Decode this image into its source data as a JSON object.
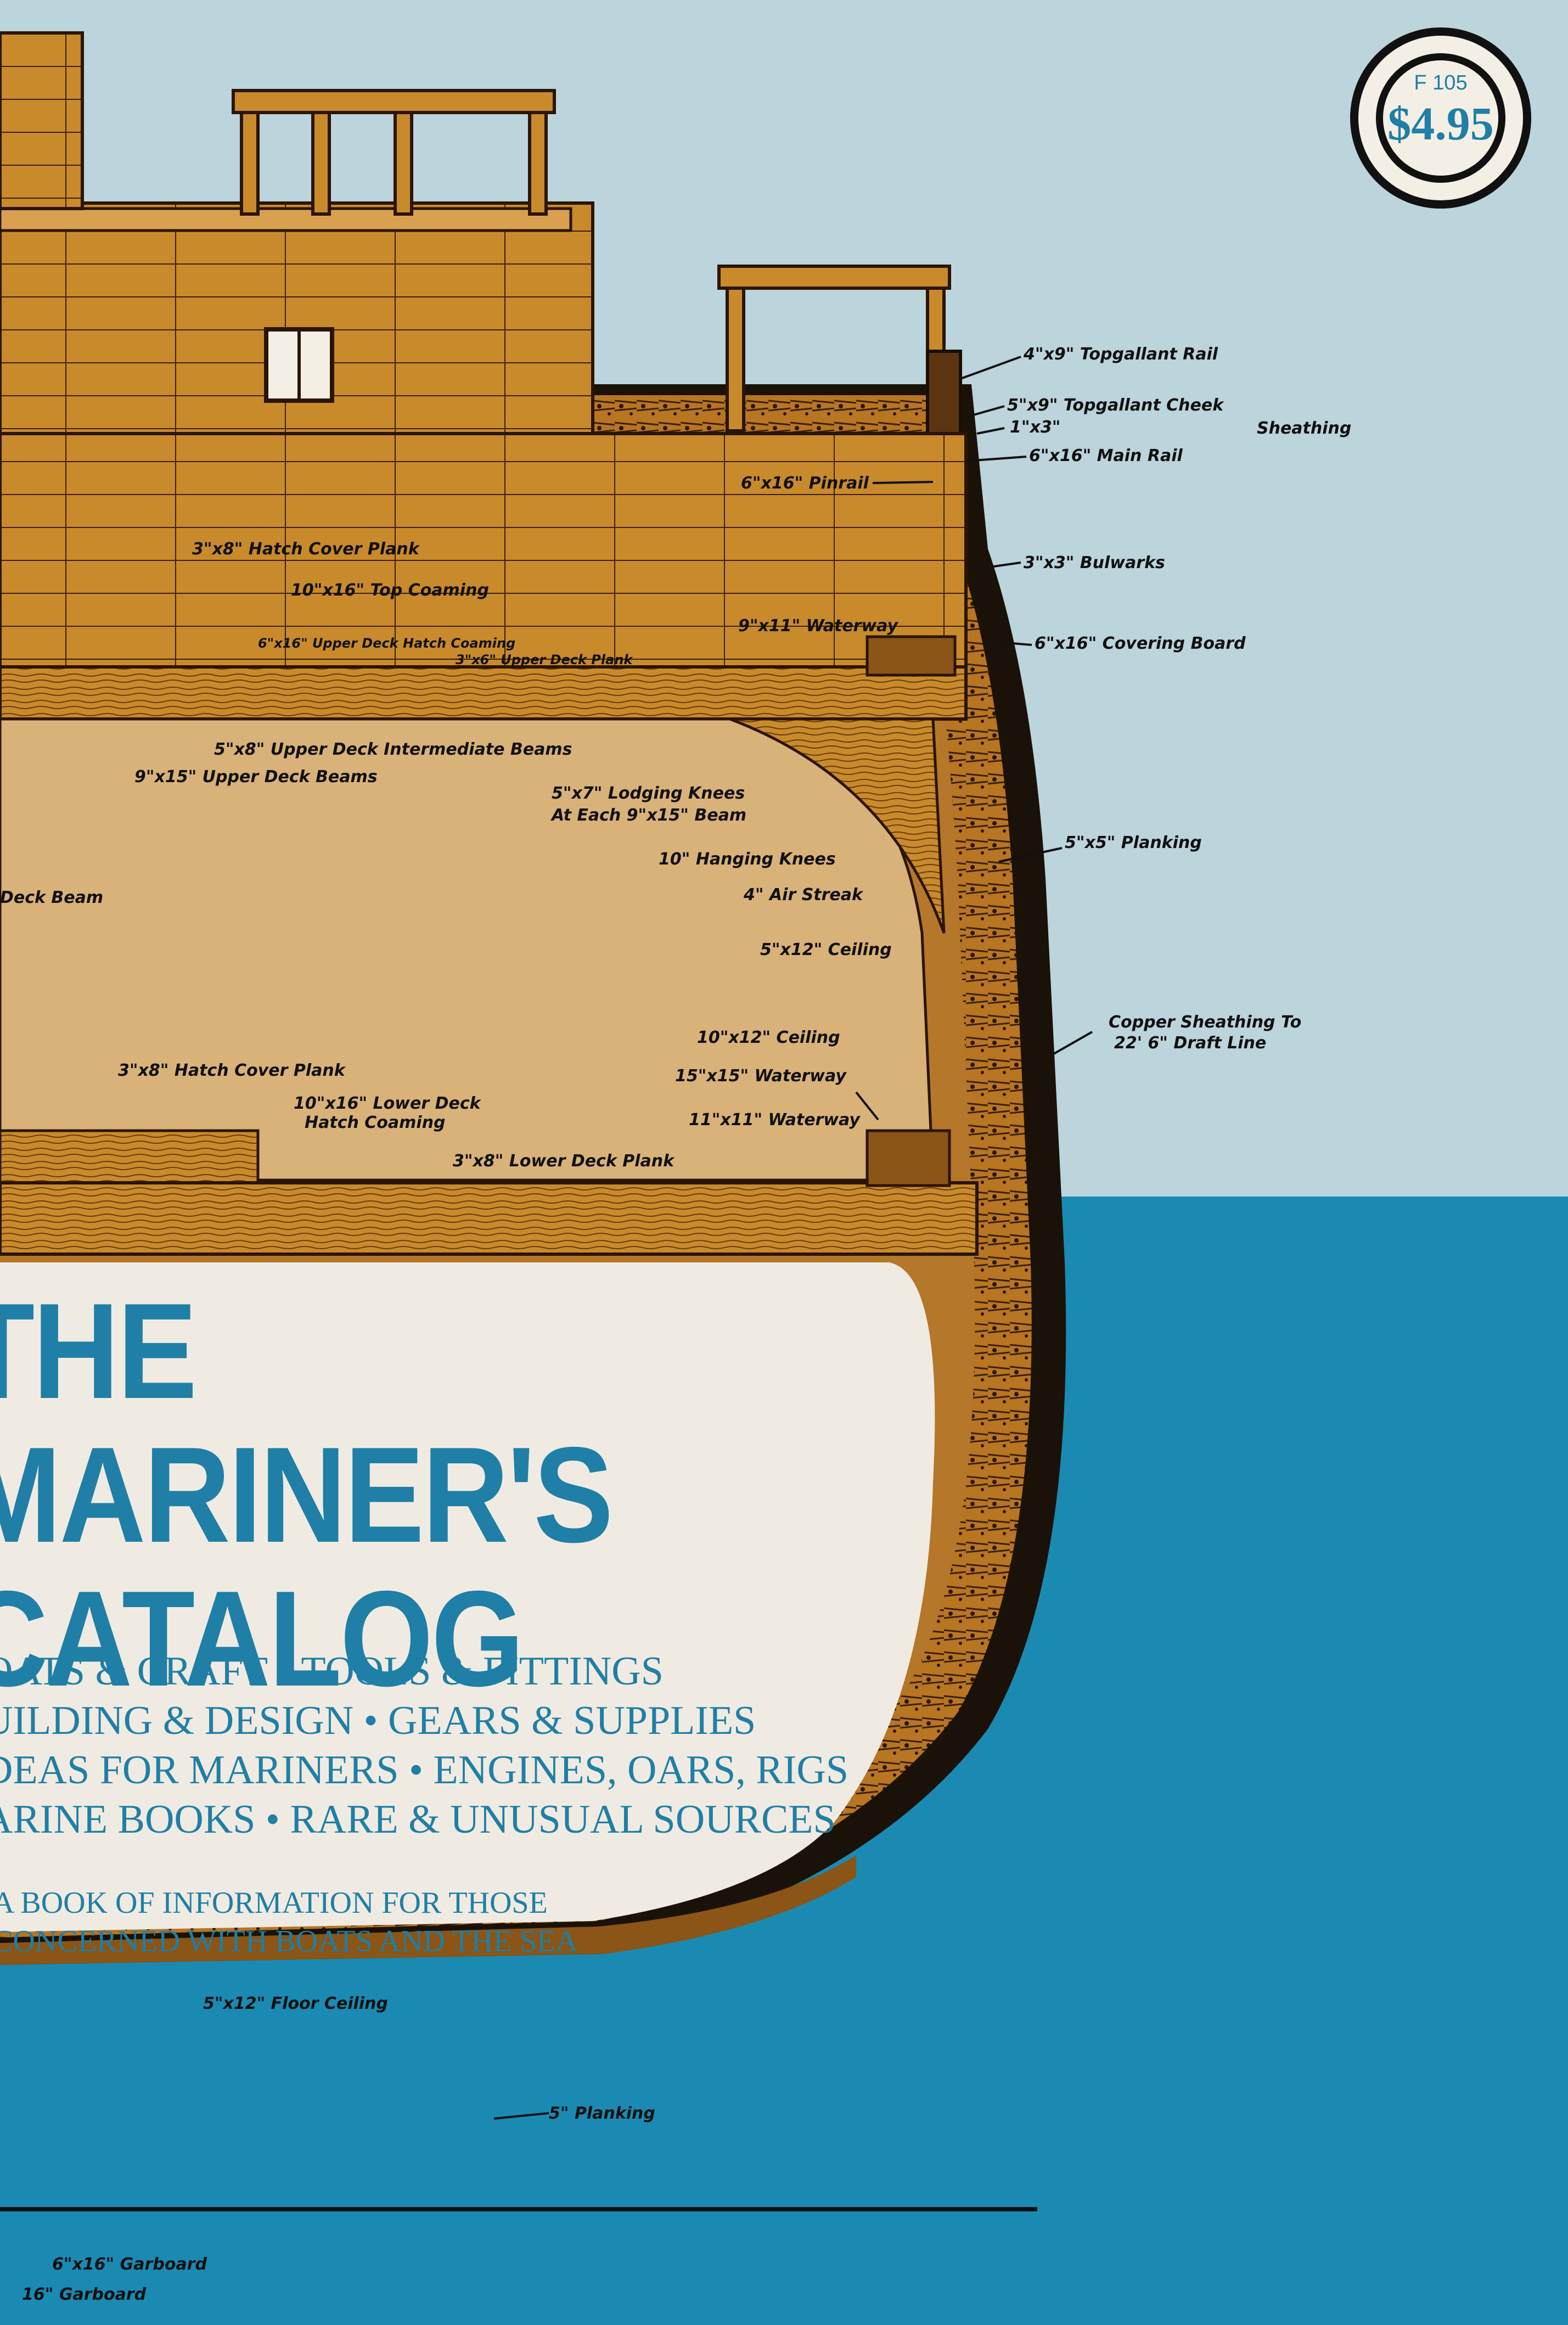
{
  "colors": {
    "sky": "#bcd4dc",
    "sea": "#1a8ab3",
    "wood": "#c98a2c",
    "hold": "#d9b27a",
    "title_blue": "#1f7fa6",
    "panel": "#f0ebe2",
    "ink": "#111111"
  },
  "badge": {
    "code": "F 105",
    "price": "$4.95"
  },
  "title": {
    "line1": "THE",
    "line2": "MARINER'S",
    "line3": "CATALOG"
  },
  "subjects": [
    "OATS & CRAFT • TOOLS & FITTINGS",
    "UILDING & DESIGN • GEARS & SUPPLIES",
    "DEAS FOR MARINERS • ENGINES, OARS, RIGS",
    "ARINE BOOKS • RARE & UNUSUAL SOURCES"
  ],
  "tagline": [
    "A BOOK OF INFORMATION FOR THOSE",
    "CONCERNED WITH BOATS AND THE SEA"
  ],
  "labels": {
    "topgallant_rail": "4\"x9\" Topgallant Rail",
    "topgallant_cheek": "5\"x9\" Topgallant Cheek",
    "one_by_three": "1\"x3\"",
    "sheathing": "Sheathing",
    "main_rail": "6\"x16\" Main Rail",
    "pinrail": "6\"x16\" Pinrail",
    "bulwarks": "3\"x3\" Bulwarks",
    "covering_board": "6\"x16\" Covering Board",
    "hatch_cover_plank_upper": "3\"x8\" Hatch Cover Plank",
    "top_coaming": "10\"x16\" Top Coaming",
    "upper_deck_hatch_coaming": "6\"x16\" Upper Deck Hatch Coaming",
    "upper_deck_plank": "3\"x6\" Upper Deck Plank",
    "waterway_upper": "9\"x11\" Waterway",
    "intermediate_beams": "5\"x8\" Upper Deck Intermediate Beams",
    "upper_deck_beams": "9\"x15\" Upper Deck Beams",
    "lodging_knees": "5\"x7\" Lodging Knees",
    "lodging_knees_2": "At Each 9\"x15\" Beam",
    "planking_mid": "5\"x5\" Planking",
    "hanging_knees": "10\" Hanging Knees",
    "air_streak": "4\" Air Streak",
    "ceiling_512": "5\"x12\" Ceiling",
    "deck_beam": "Deck Beam",
    "copper_sheathing": "Copper Sheathing To",
    "copper_sheathing_2": "22' 6\" Draft Line",
    "ceiling_1012": "10\"x12\" Ceiling",
    "hatch_cover_plank_lower": "3\"x8\" Hatch Cover Plank",
    "waterway_1515": "15\"x15\" Waterway",
    "lower_deck_hatch": "10\"x16\" Lower Deck",
    "lower_deck_hatch_2": "Hatch Coaming",
    "waterway_1111": "11\"x11\" Waterway",
    "lower_deck_plank": "3\"x8\" Lower Deck Plank",
    "floor_ceiling": "5\"x12\" Floor Ceiling",
    "planking_low": "5\" Planking",
    "garboard_1": "6\"x16\" Garboard",
    "garboard_2": "16\" Garboard"
  }
}
